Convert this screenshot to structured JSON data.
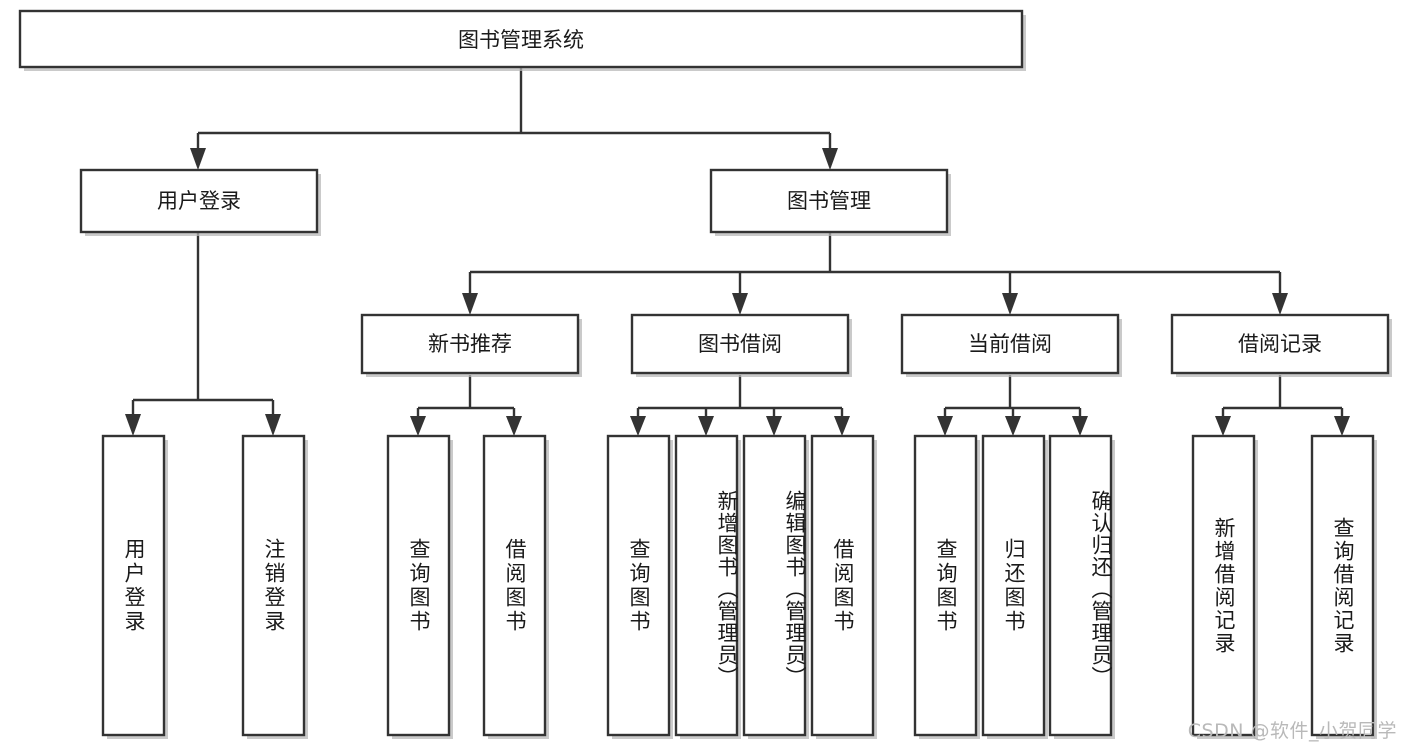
{
  "diagram": {
    "type": "tree",
    "title": "图书管理系统",
    "watermark": "CSDN @软件_小贺同学",
    "colors": {
      "background": "#ffffff",
      "box_stroke": "#333333",
      "box_fill": "#ffffff",
      "text": "#1a1a1a",
      "shadow": "#b8b8b8",
      "watermark": "#b9b9b9"
    },
    "root": {
      "id": "root",
      "label": "图书管理系统",
      "orientation": "horizontal"
    },
    "level2": [
      {
        "id": "user-login",
        "label": "用户登录",
        "orientation": "horizontal"
      },
      {
        "id": "book-management",
        "label": "图书管理",
        "orientation": "horizontal"
      }
    ],
    "level3": [
      {
        "id": "new-book-recommend",
        "label": "新书推荐",
        "parent": "book-management",
        "orientation": "horizontal"
      },
      {
        "id": "book-borrow",
        "label": "图书借阅",
        "parent": "book-management",
        "orientation": "horizontal"
      },
      {
        "id": "current-borrow",
        "label": "当前借阅",
        "parent": "book-management",
        "orientation": "horizontal"
      },
      {
        "id": "borrow-record",
        "label": "借阅记录",
        "parent": "book-management",
        "orientation": "horizontal"
      }
    ],
    "leaves": [
      {
        "id": "leaf-user-login",
        "label": "用户登录",
        "parent": "user-login",
        "orientation": "vertical"
      },
      {
        "id": "leaf-user-logout",
        "label": "注销登录",
        "parent": "user-login",
        "orientation": "vertical"
      },
      {
        "id": "leaf-query-book-1",
        "label": "查询图书",
        "parent": "new-book-recommend",
        "orientation": "vertical"
      },
      {
        "id": "leaf-borrow-book-1",
        "label": "借阅图书",
        "parent": "new-book-recommend",
        "orientation": "vertical"
      },
      {
        "id": "leaf-query-book-2",
        "label": "查询图书",
        "parent": "book-borrow",
        "orientation": "vertical"
      },
      {
        "id": "leaf-add-book",
        "label": "新增图书（管理员）",
        "parent": "book-borrow",
        "orientation": "vertical"
      },
      {
        "id": "leaf-edit-book",
        "label": "编辑图书（管理员）",
        "parent": "book-borrow",
        "orientation": "vertical"
      },
      {
        "id": "leaf-borrow-book-2",
        "label": "借阅图书",
        "parent": "book-borrow",
        "orientation": "vertical"
      },
      {
        "id": "leaf-query-book-3",
        "label": "查询图书",
        "parent": "current-borrow",
        "orientation": "vertical"
      },
      {
        "id": "leaf-return-book",
        "label": "归还图书",
        "parent": "current-borrow",
        "orientation": "vertical"
      },
      {
        "id": "leaf-confirm-return",
        "label": "确认归还（管理员）",
        "parent": "current-borrow",
        "orientation": "vertical"
      },
      {
        "id": "leaf-add-record",
        "label": "新增借阅记录",
        "parent": "borrow-record",
        "orientation": "vertical"
      },
      {
        "id": "leaf-query-record",
        "label": "查询借阅记录",
        "parent": "borrow-record",
        "orientation": "vertical"
      }
    ]
  }
}
